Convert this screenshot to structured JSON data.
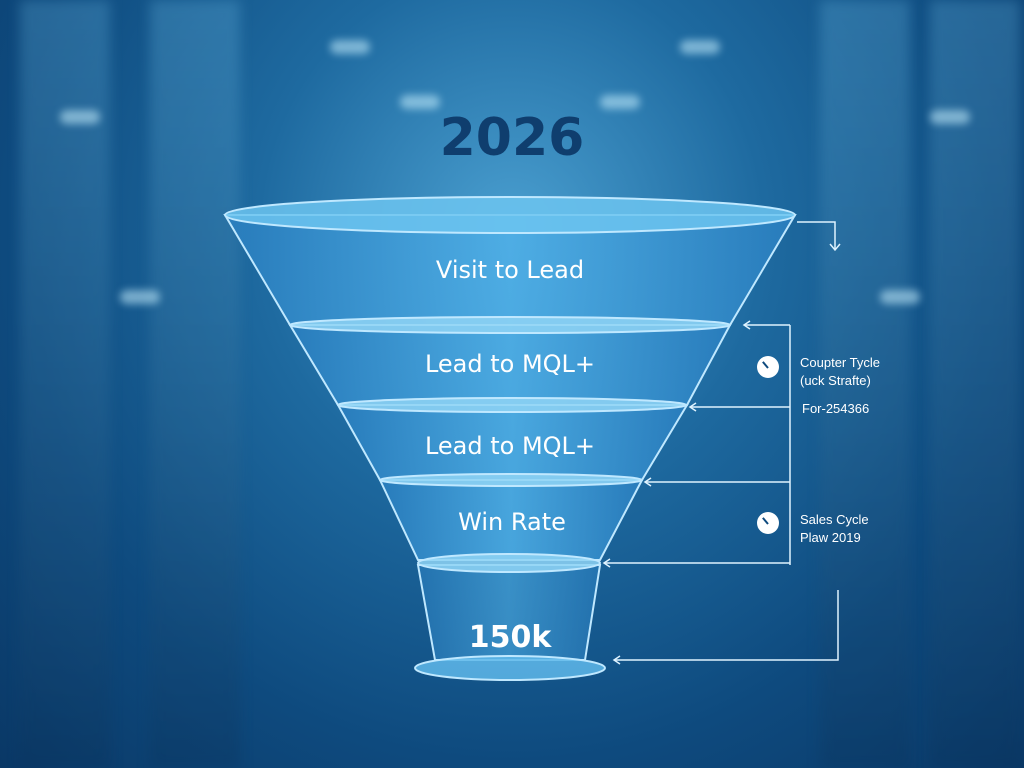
{
  "title": "2026",
  "stages": [
    {
      "label": "Visit to Lead"
    },
    {
      "label": "Lead to MQL+"
    },
    {
      "label": "Lead to MQL+"
    },
    {
      "label": "Win Rate"
    },
    {
      "label": "150k"
    }
  ],
  "annotations": [
    {
      "icon": "clock-icon",
      "line1": "Coupter Tycle",
      "line2": "(uck Strafte)"
    },
    {
      "line1": "For-254366"
    },
    {
      "icon": "clock-icon",
      "line1": "Sales Cycle",
      "line2": "Plaw 2019"
    }
  ],
  "colors": {
    "background": "#0e4a7e",
    "title": "#0f3e6e",
    "funnel": "#3a98d8"
  }
}
